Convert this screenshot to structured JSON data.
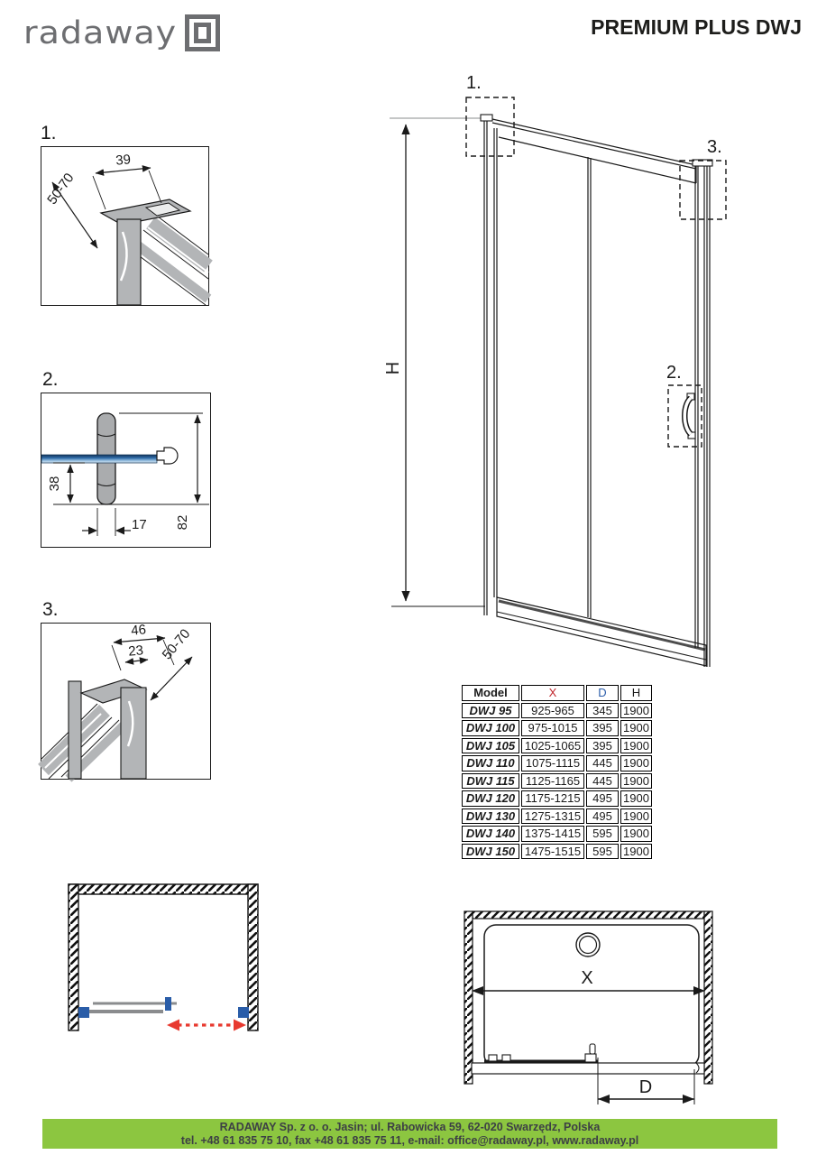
{
  "header": {
    "logo": "radaway",
    "title": "PREMIUM PLUS DWJ"
  },
  "figures": {
    "detail1": {
      "label": "1.",
      "dim_width": "39",
      "dim_range": "50-70"
    },
    "detail2": {
      "label": "2.",
      "dim_offset": "38",
      "dim_width": "17",
      "dim_height": "82"
    },
    "detail3": {
      "label": "3.",
      "dim_outer": "46",
      "dim_inner": "23",
      "dim_range": "50-70"
    },
    "elevation": {
      "marker1": "1.",
      "marker2": "2.",
      "marker3": "3.",
      "dim_height": "H"
    },
    "plan_right": {
      "dim_x": "X",
      "dim_d": "D"
    }
  },
  "table": {
    "headers": {
      "model": "Model",
      "x": "X",
      "d": "D",
      "h": "H"
    },
    "rows": [
      {
        "model": "DWJ 95",
        "x": "925-965",
        "d": "345",
        "h": "1900"
      },
      {
        "model": "DWJ 100",
        "x": "975-1015",
        "d": "395",
        "h": "1900"
      },
      {
        "model": "DWJ 105",
        "x": "1025-1065",
        "d": "395",
        "h": "1900"
      },
      {
        "model": "DWJ 110",
        "x": "1075-1115",
        "d": "445",
        "h": "1900"
      },
      {
        "model": "DWJ 115",
        "x": "1125-1165",
        "d": "445",
        "h": "1900"
      },
      {
        "model": "DWJ 120",
        "x": "1175-1215",
        "d": "495",
        "h": "1900"
      },
      {
        "model": "DWJ 130",
        "x": "1275-1315",
        "d": "495",
        "h": "1900"
      },
      {
        "model": "DWJ 140",
        "x": "1375-1415",
        "d": "595",
        "h": "1900"
      },
      {
        "model": "DWJ 150",
        "x": "1475-1515",
        "d": "595",
        "h": "1900"
      }
    ]
  },
  "footer": {
    "line1": "RADAWAY Sp. z o. o. Jasin; ul. Rabowicka 59, 62-020 Swarzędz, Polska",
    "line2": "tel. +48 61 835 75 10, fax +48 61 835 75 11, e-mail: office@radaway.pl, www.radaway.pl"
  },
  "colors": {
    "accent_red": "#c1272d",
    "arrow_red": "#e8392f",
    "accent_blue": "#2a5caa",
    "handle_blue": "#2a5da8",
    "footer_green": "#8cc640",
    "profile_gray": "#b3b5b7",
    "logo_gray": "#6d6e71",
    "line_black": "#1a1a1a"
  }
}
